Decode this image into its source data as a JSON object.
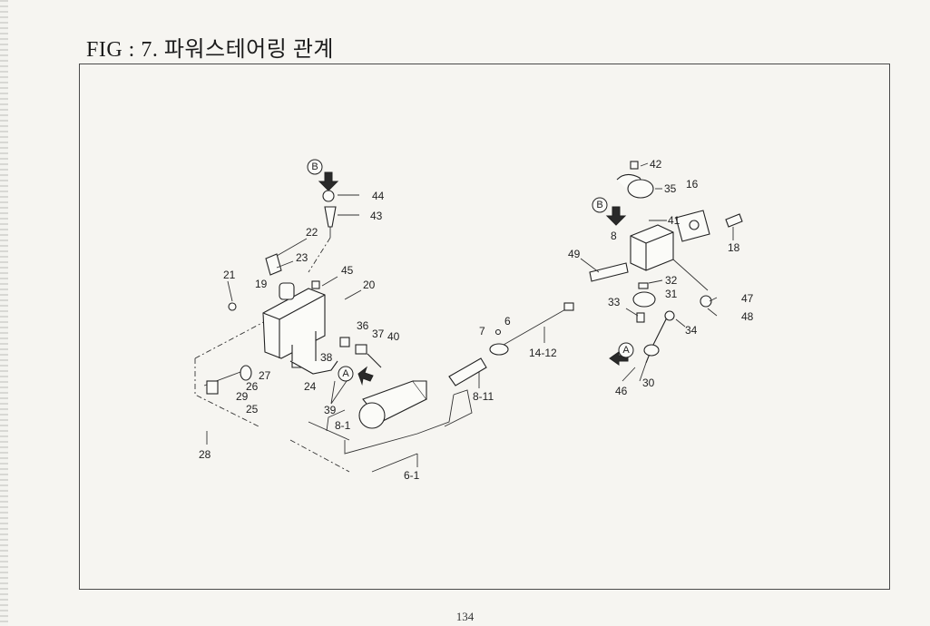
{
  "title": "FIG : 7. 파워스테어링 관계",
  "page_number": "134",
  "callouts": [
    "B",
    "B",
    "A",
    "A"
  ],
  "part_labels": [
    "44",
    "43",
    "22",
    "23",
    "45",
    "21",
    "19",
    "20",
    "36",
    "37",
    "40",
    "38",
    "27",
    "26",
    "29",
    "25",
    "24",
    "39",
    "28",
    "8-1",
    "6-1",
    "7",
    "6",
    "14-12",
    "8-11",
    "42",
    "35",
    "16",
    "41",
    "18",
    "8",
    "49",
    "32",
    "31",
    "47",
    "48",
    "33",
    "34",
    "46",
    "30"
  ]
}
